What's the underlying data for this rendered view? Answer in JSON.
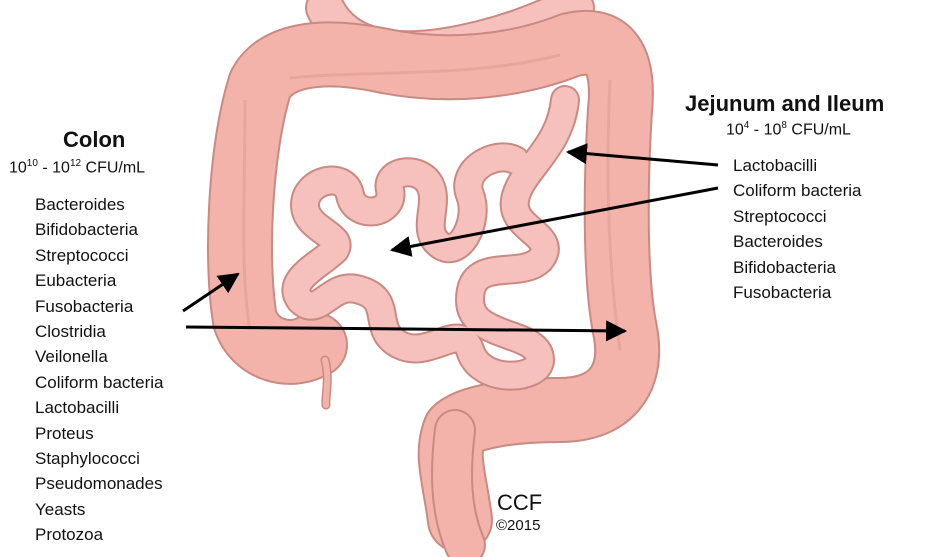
{
  "colon": {
    "title": "Colon",
    "count": {
      "base1": "10",
      "exp1": "10",
      "sep": " - ",
      "base2": "10",
      "exp2": "12",
      "unit": " CFU/mL"
    },
    "organisms": [
      "Bacteroides",
      "Bifidobacteria",
      "Streptococci",
      "Eubacteria",
      "Fusobacteria",
      "Clostridia",
      "Veilonella",
      "Coliform bacteria",
      "Lactobacilli",
      "Proteus",
      "Staphylococci",
      "Pseudomonades",
      "Yeasts",
      "Protozoa"
    ]
  },
  "jejunum_ileum": {
    "title": "Jejunum and Ileum",
    "count": {
      "base1": "10",
      "exp1": "4",
      "sep": " - ",
      "base2": "10",
      "exp2": "8",
      "unit": " CFU/mL"
    },
    "organisms": [
      "Lactobacilli",
      "Coliform bacteria",
      "Streptococci",
      "Bacteroides",
      "Bifidobacteria",
      "Fusobacteria"
    ]
  },
  "credit": {
    "name": "CCF",
    "year": "©2015"
  },
  "colors": {
    "intestine_fill": "#f3b3aa",
    "intestine_outline": "#c98a83",
    "small_intestine_fill": "#f6c1bd",
    "arrow": "#000000"
  }
}
